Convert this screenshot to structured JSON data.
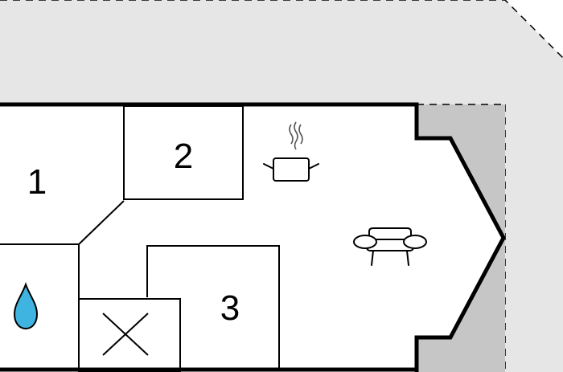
{
  "floorplan": {
    "rooms": [
      {
        "id": "room-1",
        "label": "1"
      },
      {
        "id": "room-2",
        "label": "2"
      },
      {
        "id": "room-3",
        "label": "3"
      }
    ],
    "icons": {
      "kitchen": "cooking-pot-icon",
      "living": "armchair-icon",
      "bathroom": "water-drop-icon",
      "stair": "crossed-box-icon"
    },
    "colors": {
      "terrace": "#e6e6e6",
      "balcony": "#c6c6c6",
      "walls": "#000000",
      "interior": "#ffffff"
    }
  }
}
